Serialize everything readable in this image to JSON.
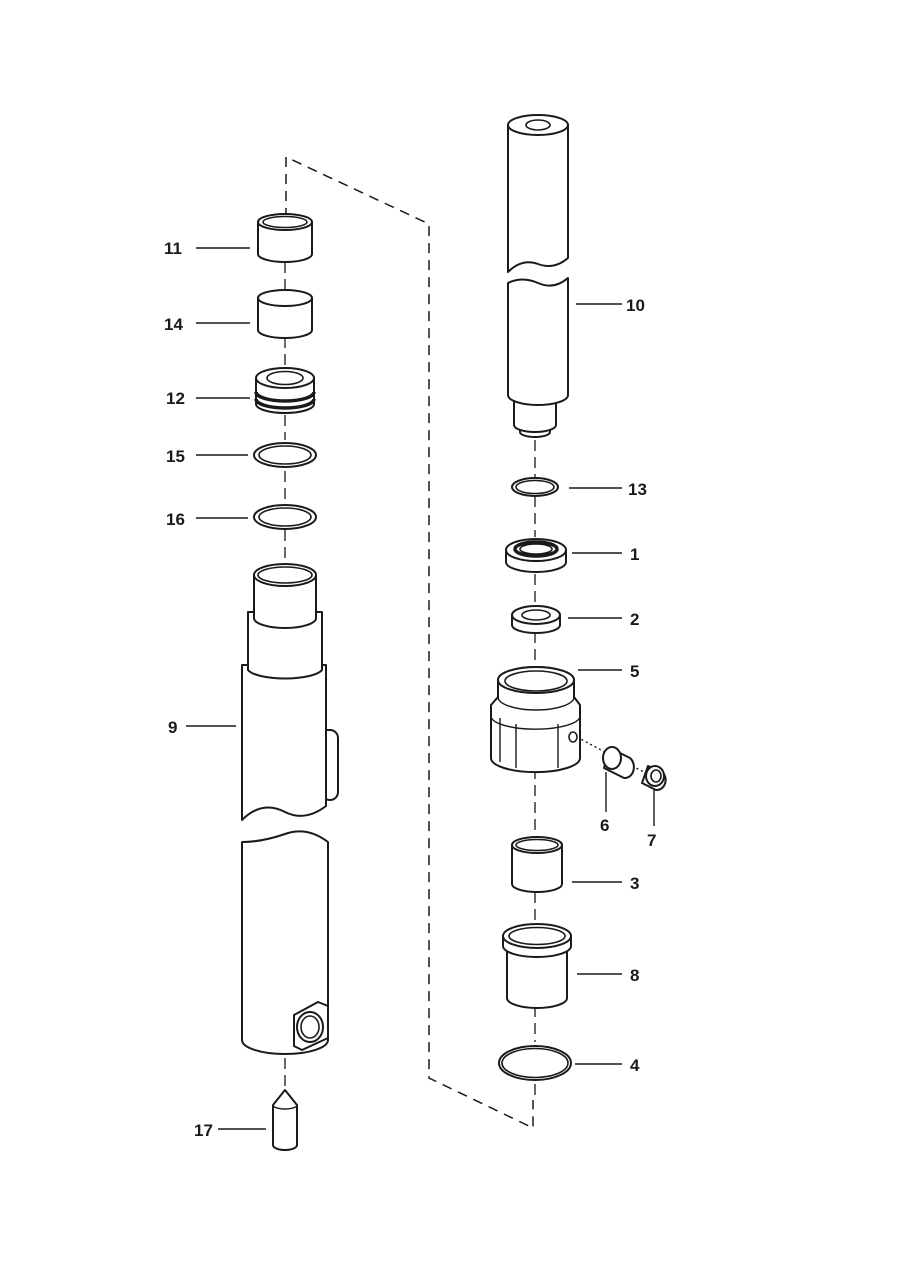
{
  "diagram": {
    "callouts": [
      {
        "id": "c1",
        "text": "1"
      },
      {
        "id": "c2",
        "text": "2"
      },
      {
        "id": "c3",
        "text": "3"
      },
      {
        "id": "c4",
        "text": "4"
      },
      {
        "id": "c5",
        "text": "5"
      },
      {
        "id": "c6",
        "text": "6"
      },
      {
        "id": "c7",
        "text": "7"
      },
      {
        "id": "c8",
        "text": "8"
      },
      {
        "id": "c9",
        "text": "9"
      },
      {
        "id": "c10",
        "text": "10"
      },
      {
        "id": "c11",
        "text": "11"
      },
      {
        "id": "c12",
        "text": "12"
      },
      {
        "id": "c13",
        "text": "13"
      },
      {
        "id": "c14",
        "text": "14"
      },
      {
        "id": "c15",
        "text": "15"
      },
      {
        "id": "c16",
        "text": "16"
      },
      {
        "id": "c17",
        "text": "17"
      }
    ],
    "line_color": "#1a1a1a",
    "background": "#ffffff"
  }
}
